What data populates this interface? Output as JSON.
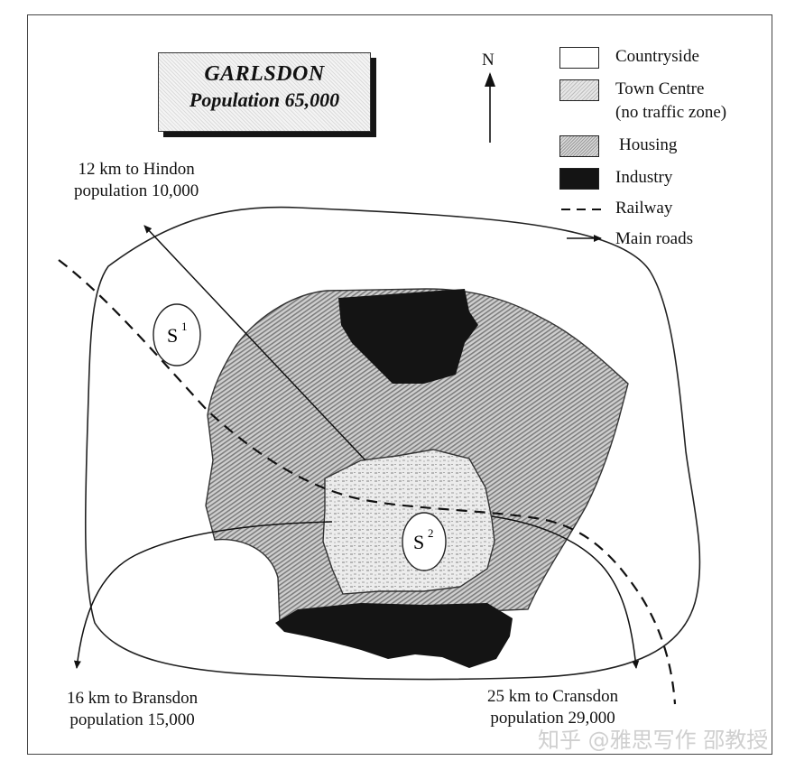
{
  "title": {
    "name": "GARLSDON",
    "population": "Population 65,000"
  },
  "compass": {
    "label": "N"
  },
  "legend": [
    {
      "key": "countryside",
      "label": "Countryside"
    },
    {
      "key": "town",
      "label": "Town Centre"
    },
    {
      "key": "town_note",
      "label": "(no traffic zone)"
    },
    {
      "key": "housing",
      "label": "Housing"
    },
    {
      "key": "industry",
      "label": "Industry"
    },
    {
      "key": "railway",
      "label": "Railway"
    },
    {
      "key": "roads",
      "label": "Main roads"
    }
  ],
  "destinations": {
    "hindon": {
      "distance": "12 km to Hindon",
      "population": "population 10,000"
    },
    "bransdon": {
      "distance": "16 km to Bransdon",
      "population": "population 15,000"
    },
    "cransdon": {
      "distance": "25 km to Cransdon",
      "population": "population 29,000"
    }
  },
  "sites": {
    "s1": {
      "letter": "S",
      "number": "1"
    },
    "s2": {
      "letter": "S",
      "number": "2"
    }
  },
  "watermark": "知乎 @雅思写作 邵教授",
  "colors": {
    "industry": "#141414",
    "housing": "#a8a8a8",
    "town": "#d0d0d0",
    "countryside": "#ffffff"
  }
}
